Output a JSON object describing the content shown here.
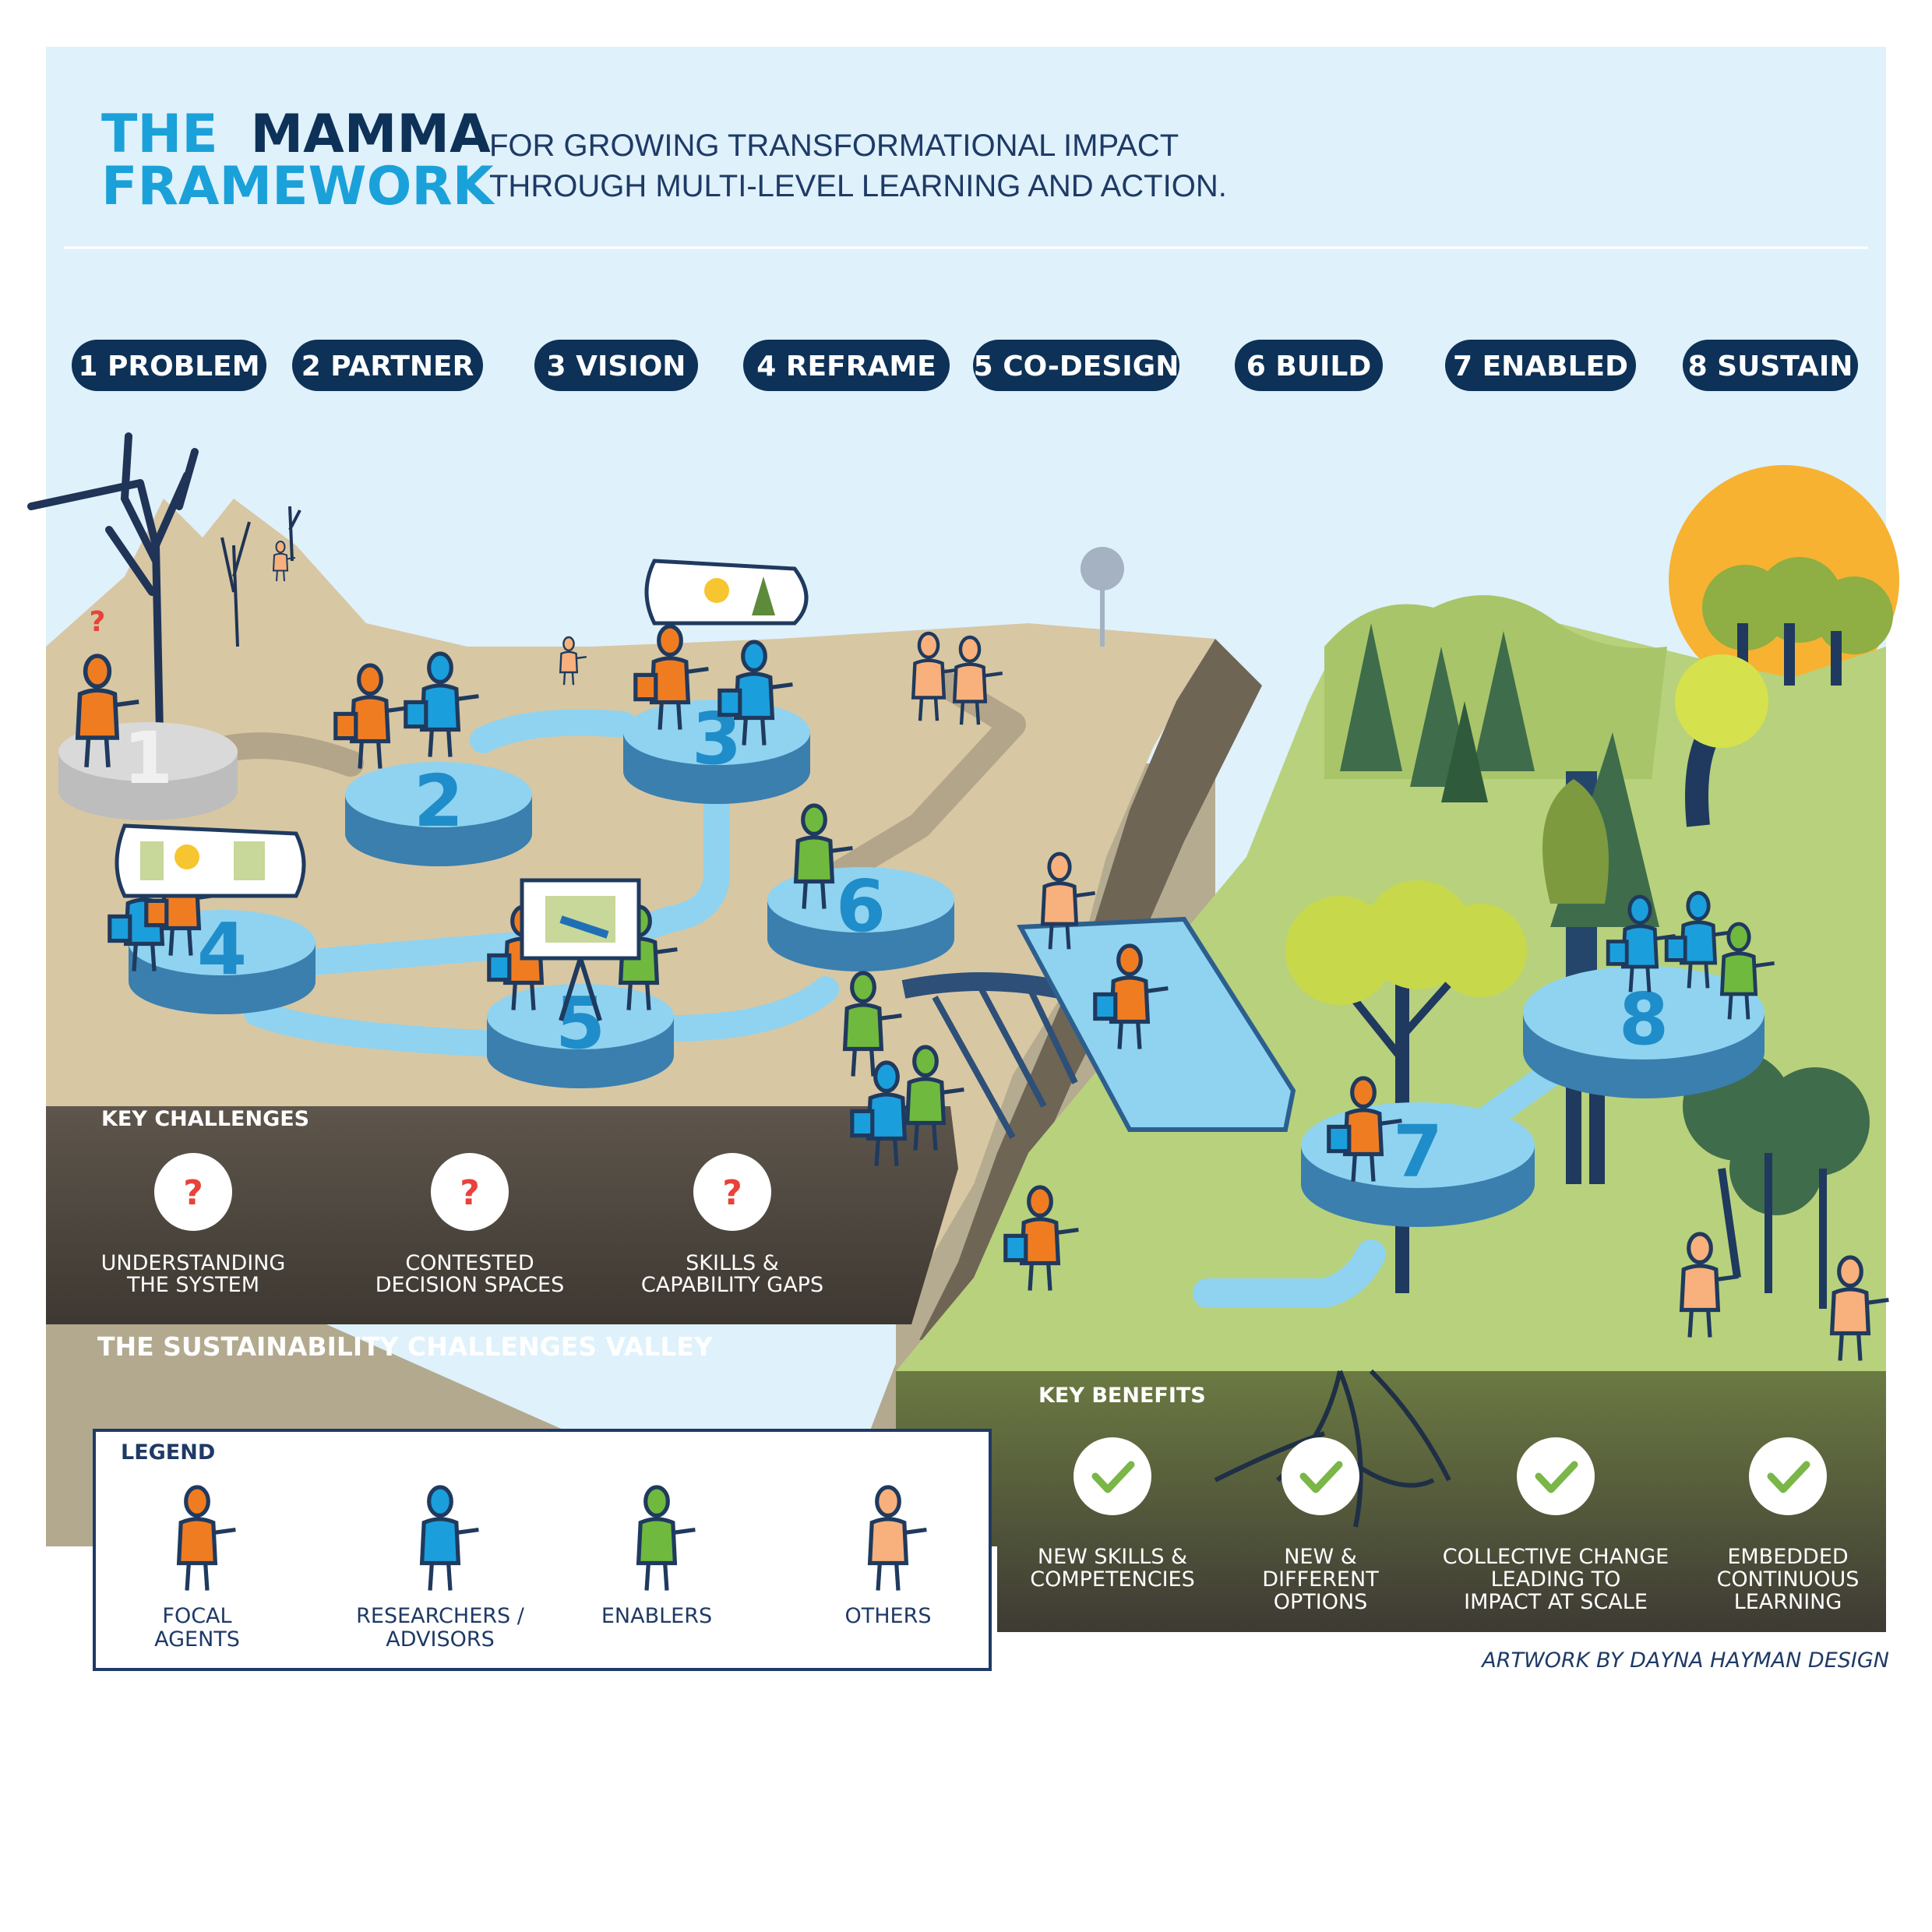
{
  "header": {
    "title_line1_a": "THE",
    "title_line1_b": "MAMMA",
    "title_line2": "FRAMEWORK",
    "subtitle_line1": "FOR GROWING TRANSFORMATIONAL IMPACT",
    "subtitle_line2": "THROUGH MULTI-LEVEL LEARNING AND ACTION."
  },
  "stages": [
    {
      "label": "1 PROBLEM"
    },
    {
      "label": "2 PARTNER"
    },
    {
      "label": "3 VISION"
    },
    {
      "label": "4 REFRAME"
    },
    {
      "label": "5 CO-DESIGN"
    },
    {
      "label": "6 BUILD"
    },
    {
      "label": "7 ENABLED"
    },
    {
      "label": "8 SUSTAIN"
    }
  ],
  "platforms": [
    "1",
    "2",
    "3",
    "4",
    "5",
    "6",
    "7",
    "8"
  ],
  "challenges": {
    "heading": "KEY CHALLENGES",
    "icon_text": "?",
    "items": [
      {
        "line1": "UNDERSTANDING",
        "line2": "THE SYSTEM"
      },
      {
        "line1": "CONTESTED",
        "line2": "DECISION SPACES"
      },
      {
        "line1": "SKILLS &",
        "line2": "CAPABILITY GAPS"
      }
    ]
  },
  "valley_label": "THE SUSTAINABILITY CHALLENGES VALLEY",
  "benefits": {
    "heading": "KEY BENEFITS",
    "items": [
      {
        "lines": [
          "NEW SKILLS &",
          "COMPETENCIES"
        ]
      },
      {
        "lines": [
          "NEW &",
          "DIFFERENT",
          "OPTIONS"
        ]
      },
      {
        "lines": [
          "COLLECTIVE CHANGE",
          "LEADING TO",
          "IMPACT AT SCALE"
        ]
      },
      {
        "lines": [
          "EMBEDDED",
          "CONTINUOUS",
          "LEARNING"
        ]
      }
    ]
  },
  "legend": {
    "heading": "LEGEND",
    "items": [
      {
        "lines": [
          "FOCAL",
          "AGENTS"
        ],
        "color": "#f07c22"
      },
      {
        "lines": [
          "RESEARCHERS /",
          "ADVISORS"
        ],
        "color": "#1a9fdc"
      },
      {
        "lines": [
          "ENABLERS"
        ],
        "color": "#6fb93e"
      },
      {
        "lines": [
          "OTHERS"
        ],
        "color": "#f8b07c"
      }
    ]
  },
  "credit": "ARTWORK BY DAYNA HAYMAN DESIGN",
  "colors": {
    "sky": "#dff1fb",
    "navy": "#0d3157",
    "accent_blue": "#1aa1d9",
    "platform_top": "#8fd3f0",
    "platform_side": "#3a7fae",
    "dry_land": "#d8c7a3",
    "grass": "#b8d17c",
    "soil": "#4c4640",
    "check_green": "#7ab648",
    "question_red": "#e8423a"
  }
}
